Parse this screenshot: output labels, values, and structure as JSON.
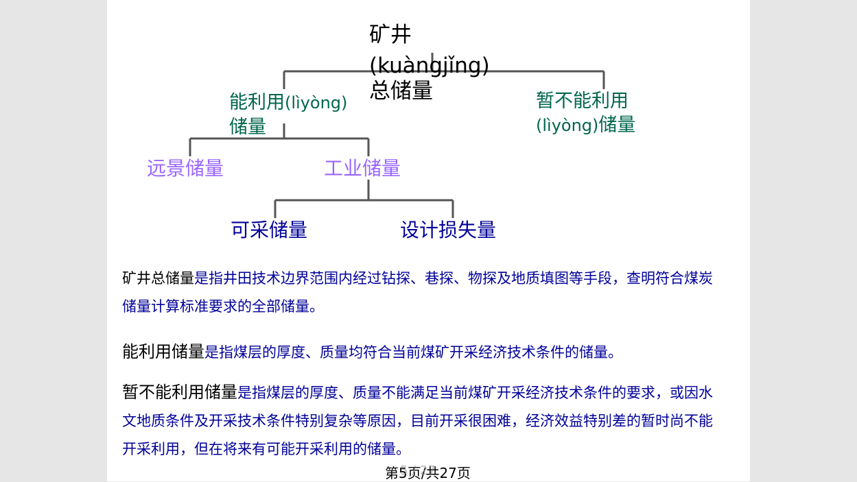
{
  "tree": {
    "root": {
      "line1": "矿井",
      "line2": "(kuàngjǐng)",
      "line3": "总储量"
    },
    "usable": {
      "line1_text": "能利用",
      "line1_pinyin": "(lìyòng)",
      "line2": "储量"
    },
    "unusable": {
      "line1": "暂不能利用",
      "line2_pinyin": "(lìyòng)",
      "line2_text": "储量"
    },
    "prospective": "远景储量",
    "industrial": "工业储量",
    "minable": "可采储量",
    "design_loss": "设计损失量"
  },
  "paragraphs": {
    "p1_term": "矿井总储量",
    "p1_text": "是指井田技术边界范围内经过钻探、巷探、物探及地质填图等手段，查明符合煤炭储量计算标准要求的全部储量。",
    "p2_term": "能利用储量",
    "p2_text": "是指煤层的厚度、质量均符合当前煤矿开采经济技术条件的储量。",
    "p3_term": "暂不能利用储量",
    "p3_text": "是指煤层的厚度、质量不能满足当前煤矿开采经济技术条件的要求，或因水文地质条件及开采技术条件特别复杂等原因，目前开采很困难，经济效益特别差的暂时尚不能开采利用，但在将来有可能开采利用的储量。"
  },
  "footer": {
    "page": "第5页/共27页",
    "ghost": "5 / 27"
  },
  "colors": {
    "root": "#000000",
    "level1": "#00664d",
    "level2": "#9966ff",
    "level3": "#000099",
    "connector": "#555555"
  }
}
